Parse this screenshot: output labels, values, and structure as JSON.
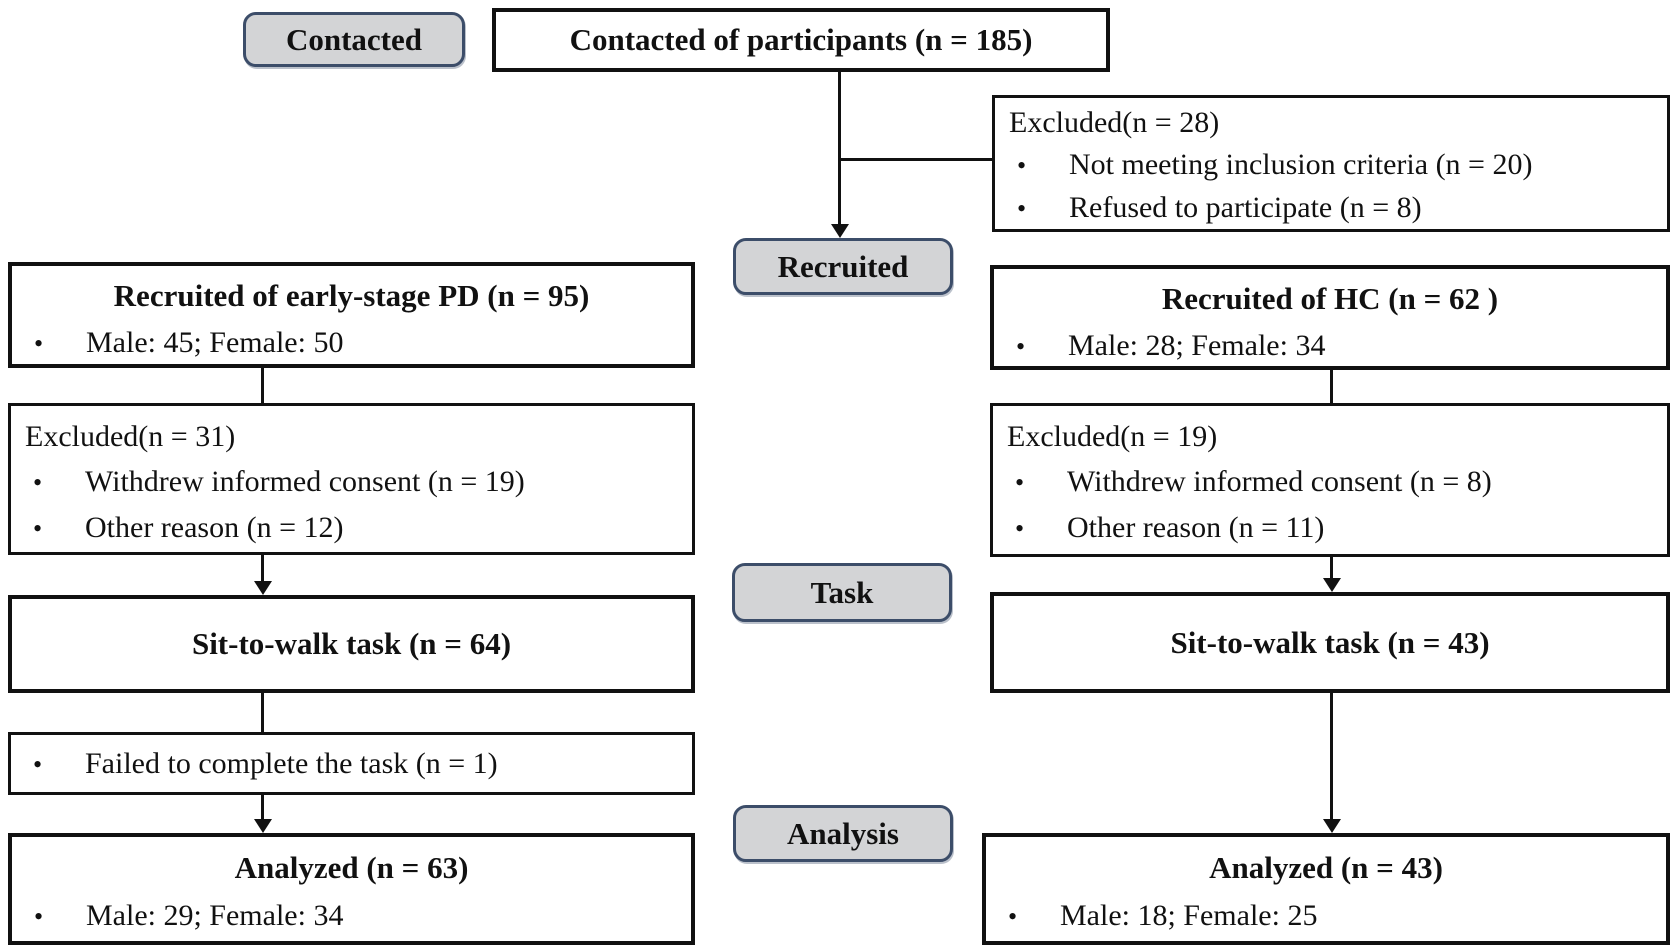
{
  "colors": {
    "label_fill": "#d3d4d6",
    "label_border": "#3c4d69",
    "box_border": "#111111",
    "background": "#ffffff",
    "text": "#111111"
  },
  "bullet_char": "•",
  "stage_labels": {
    "contacted": "Contacted",
    "recruited": "Recruited",
    "task": "Task",
    "analysis": "Analysis"
  },
  "boxes": {
    "contacted_total": {
      "title": "Contacted of participants (n = 185)"
    },
    "excluded_initial": {
      "title": "Excluded(n = 28)",
      "bullets": [
        "Not meeting inclusion criteria (n = 20)",
        "Refused to participate (n = 8)"
      ]
    },
    "recruited_pd": {
      "title": "Recruited of early-stage PD (n = 95)",
      "bullets": [
        "Male: 45; Female: 50"
      ]
    },
    "recruited_hc": {
      "title": "Recruited of HC (n = 62 )",
      "bullets": [
        "Male: 28; Female: 34"
      ]
    },
    "excluded_pd": {
      "title": "Excluded(n = 31)",
      "bullets": [
        "Withdrew informed consent (n = 19)",
        "Other reason (n = 12)"
      ]
    },
    "excluded_hc": {
      "title": "Excluded(n = 19)",
      "bullets": [
        "Withdrew informed consent (n = 8)",
        "Other reason (n = 11)"
      ]
    },
    "task_pd": {
      "title": "Sit-to-walk task (n = 64)"
    },
    "task_hc": {
      "title": "Sit-to-walk task (n = 43)"
    },
    "failed_pd": {
      "bullets": [
        "Failed to complete the task (n = 1)"
      ]
    },
    "analyzed_pd": {
      "title": "Analyzed (n = 63)",
      "bullets": [
        "Male: 29; Female: 34"
      ]
    },
    "analyzed_hc": {
      "title": "Analyzed (n = 43)",
      "bullets": [
        "Male: 18; Female: 25"
      ]
    }
  }
}
